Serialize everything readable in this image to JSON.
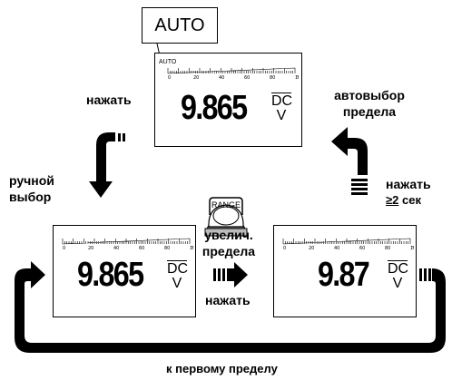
{
  "callout": {
    "auto": "AUTO"
  },
  "top_display": {
    "auto_indicator": "AUTO",
    "reading": "9.865",
    "unit_top": "DC",
    "unit_bottom": "V"
  },
  "left_display": {
    "reading": "9.865",
    "unit_top": "DC",
    "unit_bottom": "V"
  },
  "right_display": {
    "reading": "9.87",
    "unit_top": "DC",
    "unit_bottom": "V"
  },
  "range_button": {
    "label": "RANGE"
  },
  "labels": {
    "press_top_left": "нажать",
    "manual_line1": "ручной",
    "manual_line2": "выбор",
    "auto_select_line1": "автовыбор",
    "auto_select_line2": "предела",
    "press_hold_line1": "нажать",
    "press_hold_ge": "≥2",
    "press_hold_sec": "сек",
    "increase_line1": "увелич.",
    "increase_line2": "предела",
    "press_middle": "нажать",
    "to_first_range": "к первому пределу"
  },
  "scale_ticks": [
    "0",
    "20",
    "40",
    "60",
    "80",
    "100"
  ],
  "scale_unit": "%"
}
